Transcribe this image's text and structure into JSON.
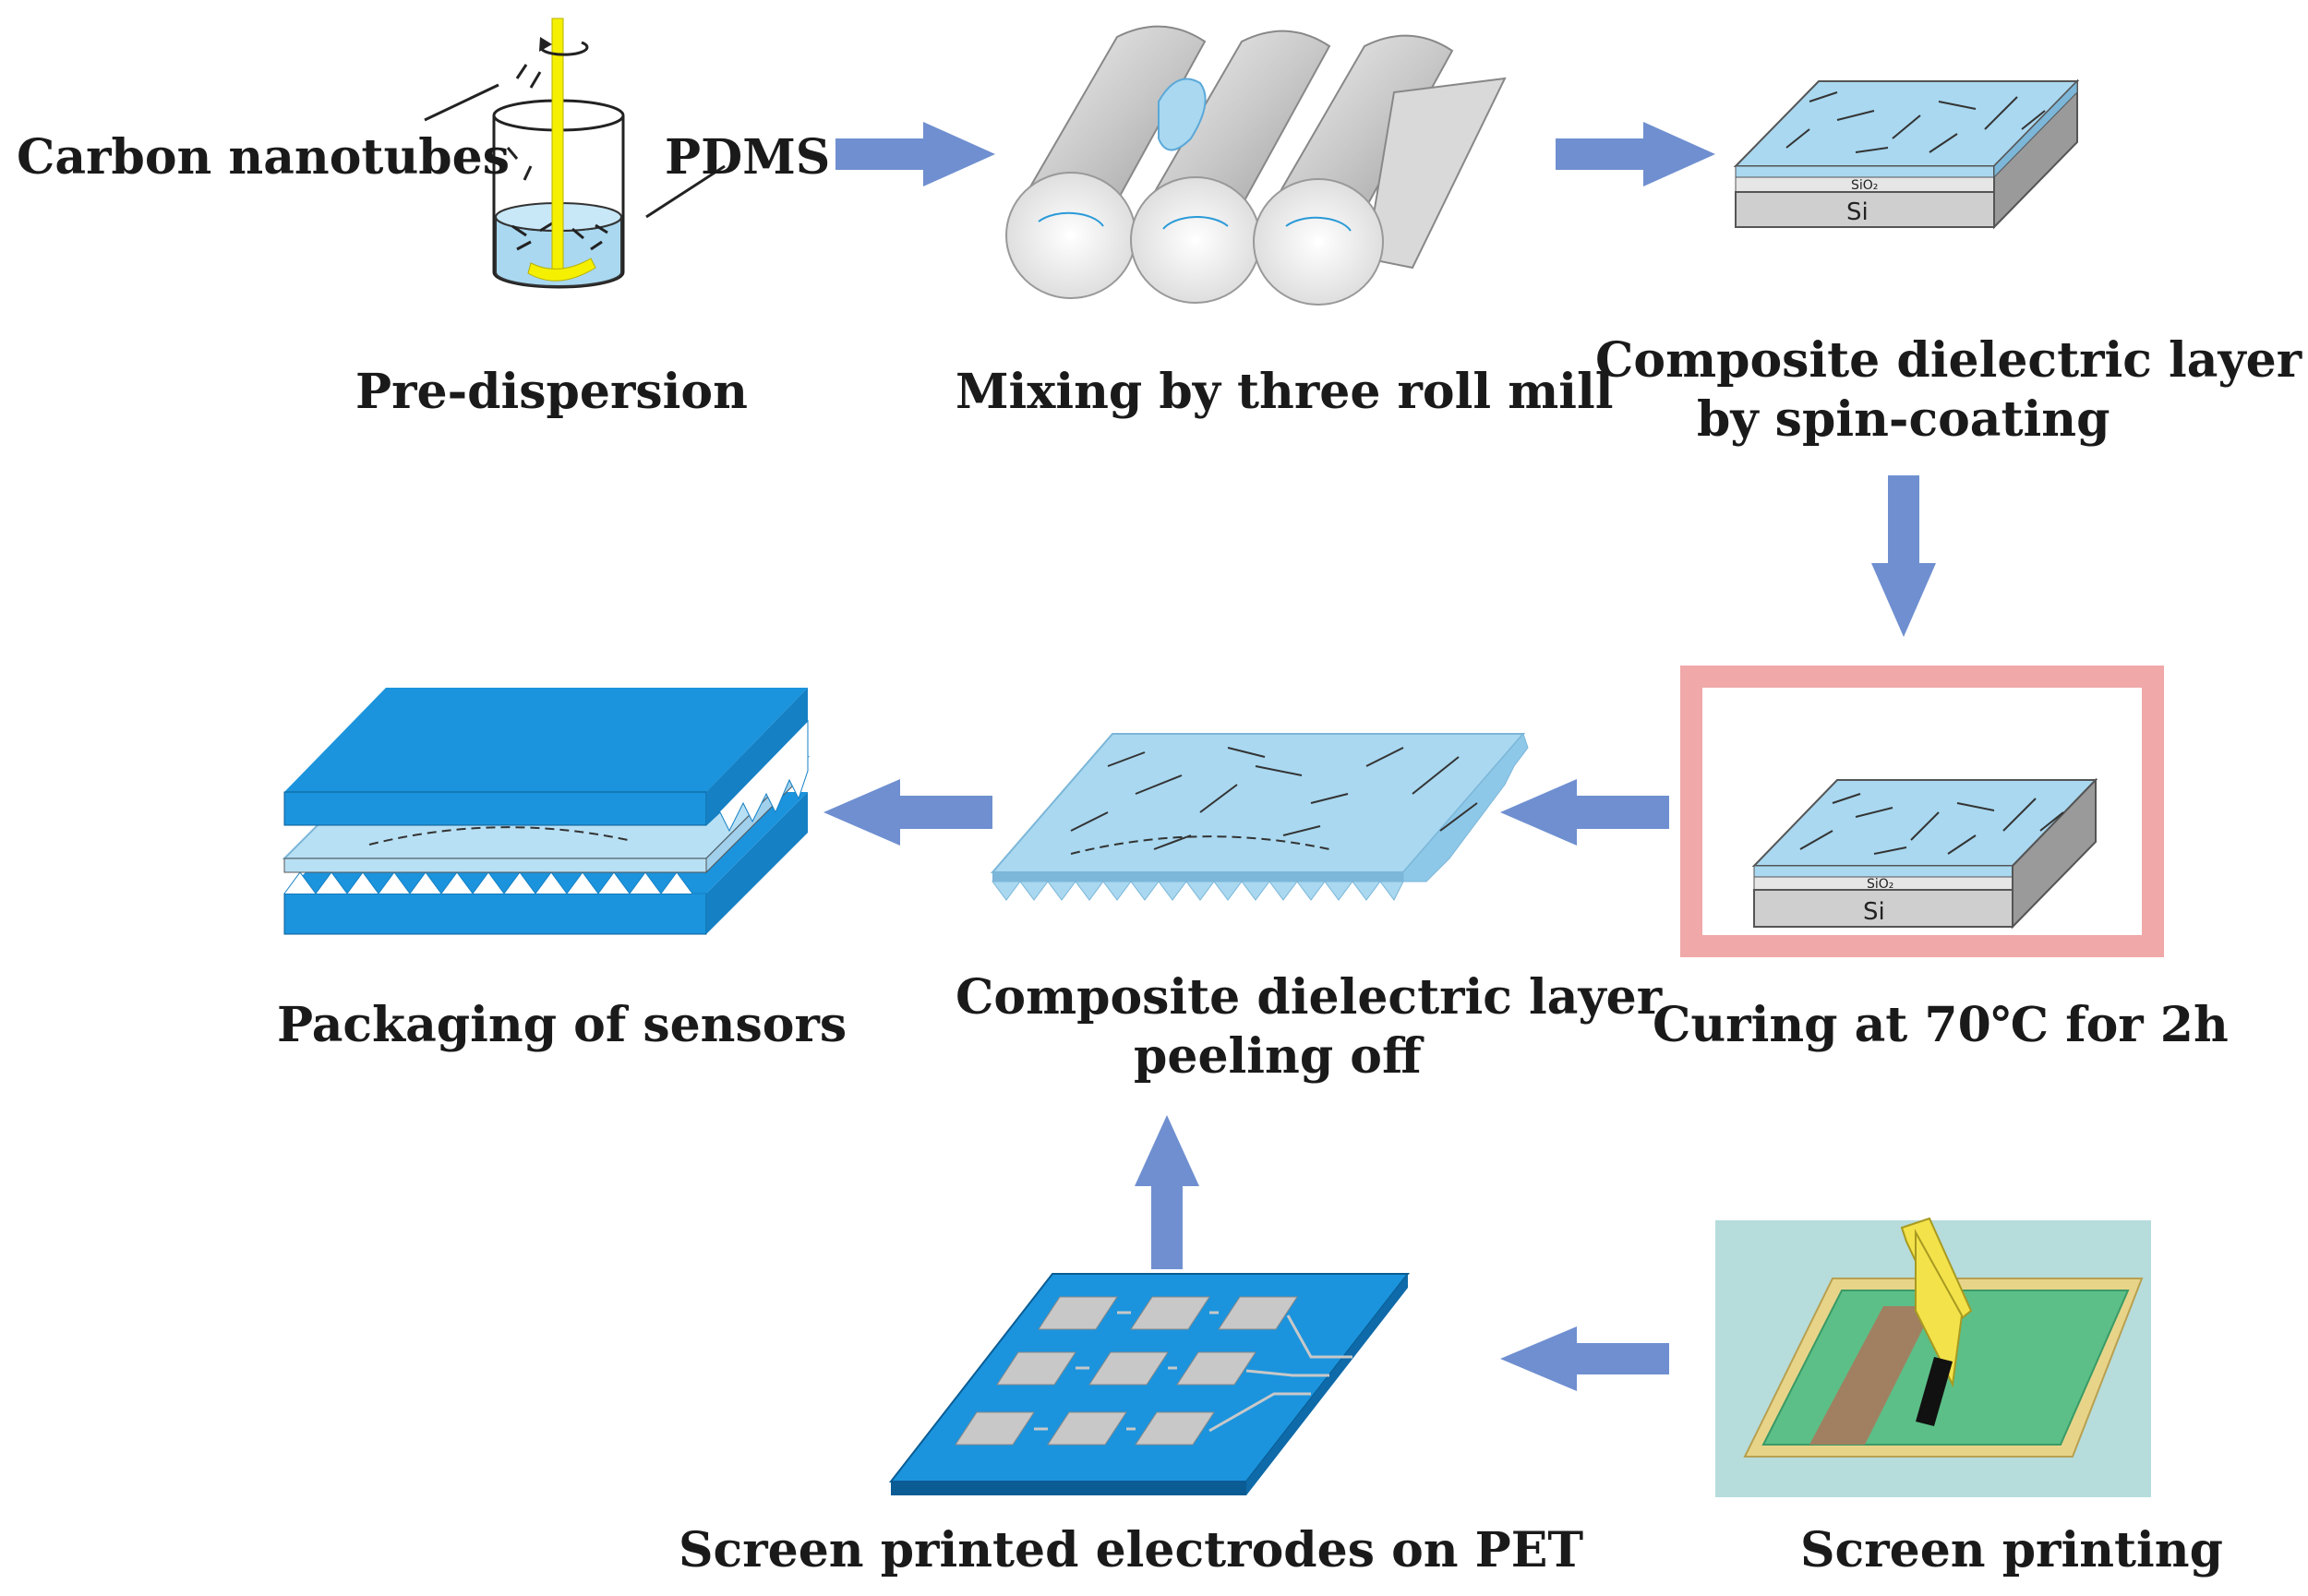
{
  "title": "",
  "colors": {
    "arrow": "#6f8fd0",
    "pdms_blue": "#a9d8f0",
    "film_blue": "#1b94dd",
    "oven_frame": "#f0a8a8",
    "roller_gray": "#cfcfcf",
    "silicon_gray": "#cfcfcf",
    "screen_bg": "#b6dcdc",
    "screen_green": "#5cbf88",
    "screen_frame": "#e8d489",
    "squeegee_yellow": "#f3e24a",
    "stirrer_yellow": "#f4f000"
  },
  "labels": {
    "carbon_nanotubes": "Carbon  nanotubes",
    "pdms": "PDMS",
    "pre_dispersion": "Pre-dispersion",
    "mixing": "Mixing by three roll mill",
    "spin_line1": "Composite dielectric layer",
    "spin_line2": "by  spin-coating",
    "curing": "Curing at 70℃  for 2h",
    "peel_line1": "Composite dielectric layer",
    "peel_line2": "peeling off",
    "packaging": "Packaging of sensors",
    "electrodes": "Screen printed electrodes on PET",
    "screen_printing": "Screen printing",
    "si_1": "Si",
    "sio2_1": "SiO₂",
    "si_2": "Si",
    "sio2_2": "SiO₂"
  },
  "flow": [
    "Pre-dispersion",
    "Mixing by three roll mill",
    "Composite dielectric layer by spin-coating",
    "Curing at 70℃ for 2h",
    "Composite dielectric layer peeling off",
    "Packaging of sensors"
  ],
  "side_flow": [
    "Screen printing",
    "Screen printed electrodes on PET",
    "Composite dielectric layer peeling off"
  ]
}
